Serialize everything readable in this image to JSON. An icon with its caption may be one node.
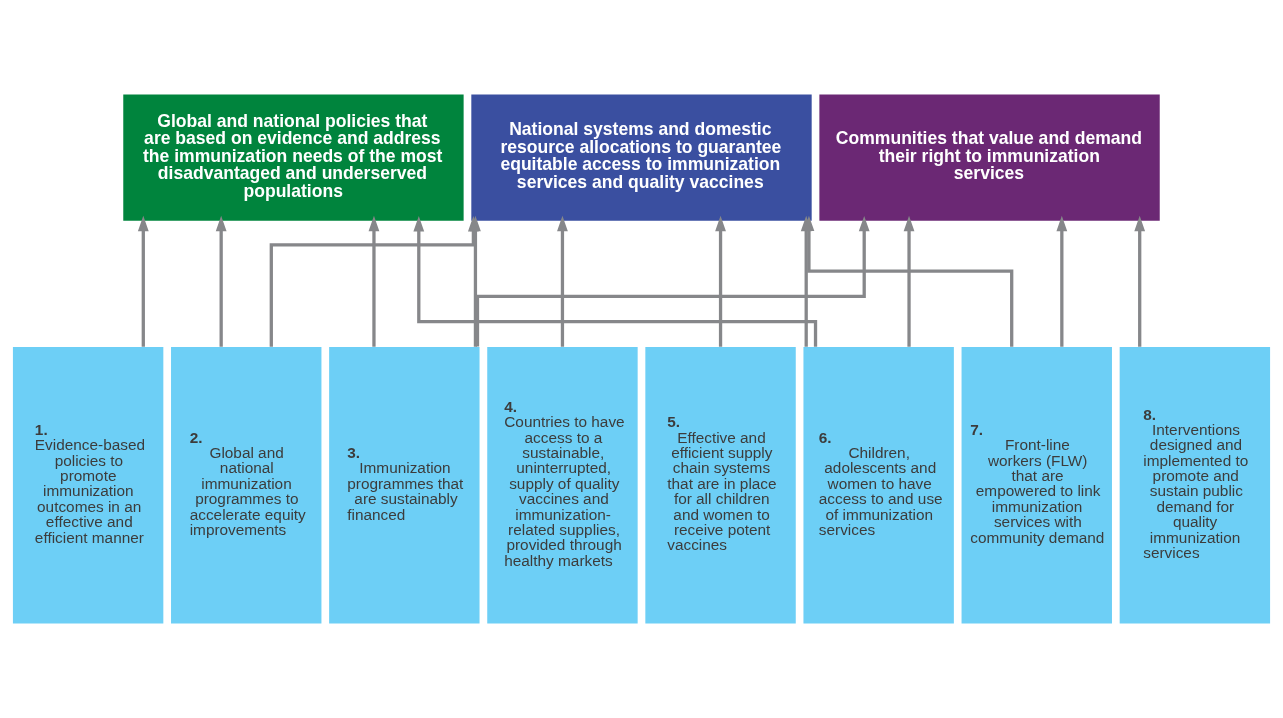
{
  "diagram": {
    "nodes": [
      {
        "text": [
          "Global and national policies that are based on evidence and address the immunization needs of the most disadvantaged and underserved populations"
        ]
      },
      {
        "text": [
          "National systems and domestic resource allocations to guarantee equitable access to immunization services and quality vaccines"
        ]
      },
      {
        "text": [
          "Communities that value and demand their right to immunization services"
        ]
      },
      {
        "text": [
          "1.",
          "Evidence-based policies to promote immunization outcomes in an effective and efficient manner"
        ]
      },
      {
        "text": [
          "2.",
          "Global and national immunization programmes to accelerate equity improvements"
        ]
      },
      {
        "text": [
          "3.",
          "Immunization programmes that are sustainably financed"
        ]
      },
      {
        "text": [
          "4.",
          "Countries to have access to a sustainable, uninterrupted, supply of quality vaccines and immunization-related supplies, provided through healthy markets"
        ]
      },
      {
        "text": [
          "5.",
          "Effective and efficient supply chain systems that are in place for all children and women to receive potent vaccines"
        ]
      },
      {
        "text": [
          "6.",
          "Children, adolescents and women to have access to and use of immunization services"
        ]
      },
      {
        "text": [
          "7.",
          "Front-line workers (FLW) that are empowered to link immunization services with community demand"
        ]
      },
      {
        "text": [
          "8.",
          "Interventions designed and implemented to promote and sustain public demand for quality immunization services"
        ]
      }
    ],
    "edges": [
      {
        "from": 3,
        "to": 0,
        "arrow": "to"
      },
      {
        "from": 8,
        "to": 0,
        "arrow": "to"
      },
      {
        "from": 4,
        "to": 0,
        "arrow": "to"
      },
      {
        "from": 5,
        "to": 0,
        "arrow": "to"
      },
      {
        "from": 5,
        "to": 1,
        "arrow": "to"
      },
      {
        "from": 4,
        "to": 1,
        "arrow": "to"
      },
      {
        "from": 6,
        "to": 1,
        "arrow": "to"
      },
      {
        "from": 9,
        "to": 1,
        "arrow": "to"
      },
      {
        "from": 7,
        "to": 1,
        "arrow": "to"
      },
      {
        "from": 8,
        "to": 1,
        "arrow": "to"
      },
      {
        "from": 5,
        "to": 2,
        "arrow": "to"
      },
      {
        "from": 8,
        "to": 2,
        "arrow": "to"
      },
      {
        "from": 9,
        "to": 2,
        "arrow": "to"
      },
      {
        "from": 10,
        "to": 2,
        "arrow": "to"
      }
    ]
  }
}
